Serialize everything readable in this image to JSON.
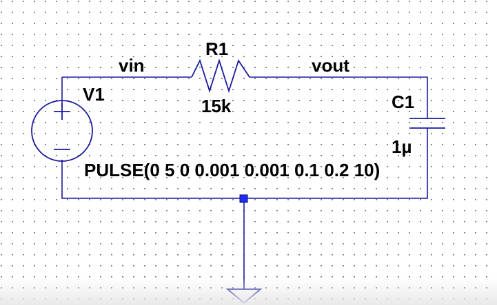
{
  "schematic": {
    "source": {
      "name": "V1",
      "value": "PULSE(0 5 0 0.001 0.001 0.1 0.2 10)"
    },
    "resistor": {
      "name": "R1",
      "value": "15k"
    },
    "capacitor": {
      "name": "C1",
      "value": "1µ"
    },
    "nets": {
      "input": "vin",
      "output": "vout"
    }
  },
  "colors": {
    "wire": "#1a1aa0",
    "junction": "#1e2cf0",
    "text": "#000000",
    "grid_dot": "#6e6e6e"
  }
}
